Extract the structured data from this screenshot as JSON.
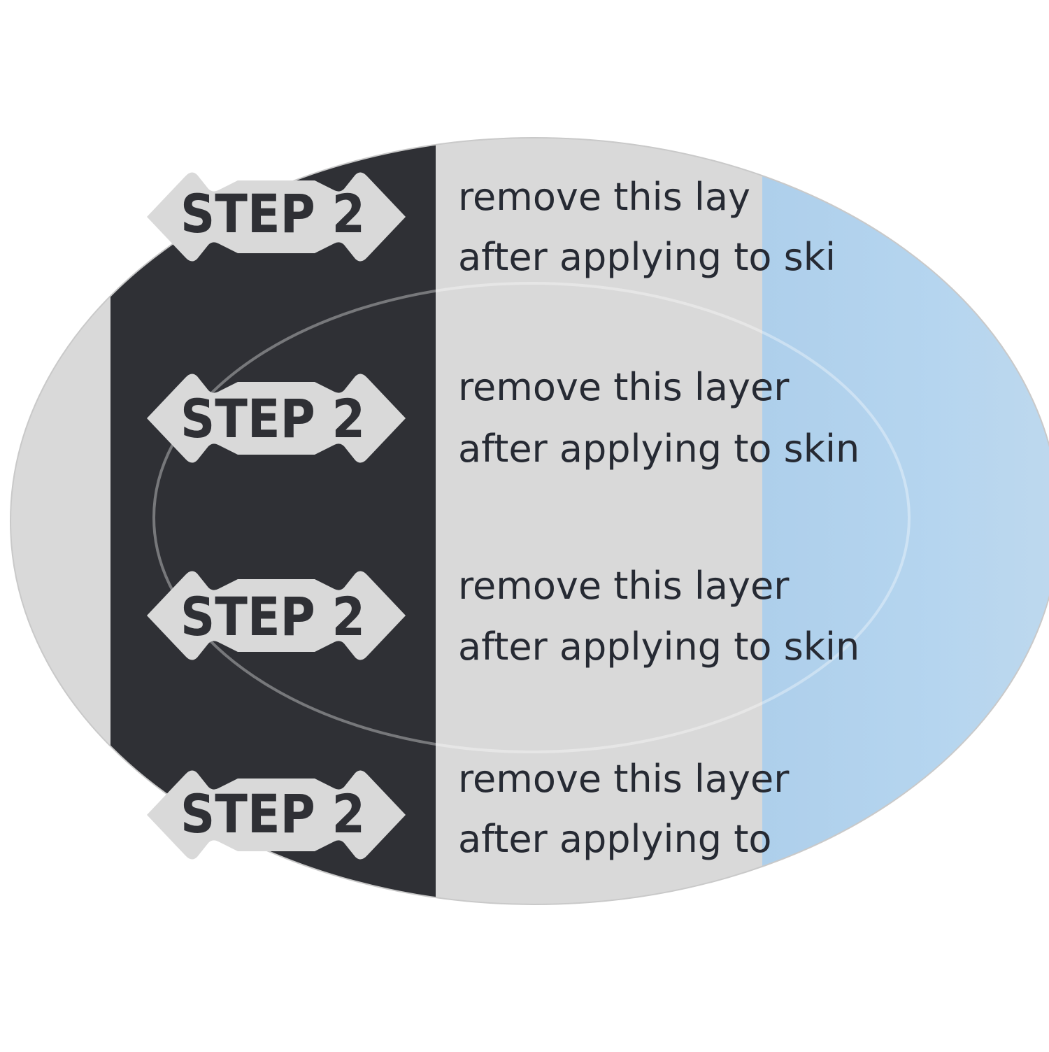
{
  "liner": {
    "colors": {
      "liner_gray": "#d9d9d9",
      "dark_band": "#2f3035",
      "blue_patch": "#b3d4ef",
      "text": "#262a33",
      "tab_fill": "#d9d9d9"
    },
    "tabs": [
      {
        "label": "STEP 2"
      },
      {
        "label": "STEP 2"
      },
      {
        "label": "STEP 2"
      },
      {
        "label": "STEP 2"
      }
    ],
    "instructions": [
      {
        "line1": "remove this lay",
        "line2": "after applying to ski"
      },
      {
        "line1": "remove this layer",
        "line2": "after applying to skin"
      },
      {
        "line1": "remove this layer",
        "line2": "after applying to skin"
      },
      {
        "line1": "remove this layer",
        "line2": "after applying to"
      }
    ]
  }
}
